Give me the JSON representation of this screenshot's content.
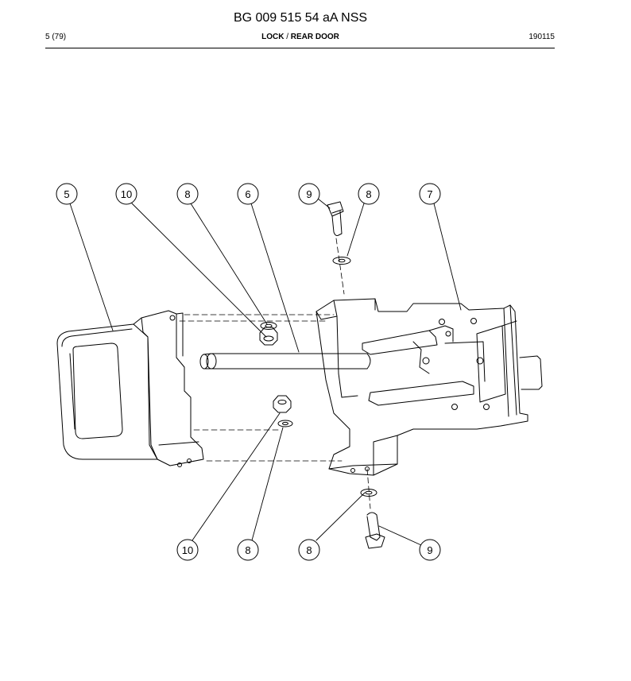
{
  "header": {
    "document_code": "BG 009 515 54 aA NSS",
    "page_number": "5 (79)",
    "section_part1": "LOCK",
    "section_separator": " / ",
    "section_part2": "REAR DOOR",
    "date_code": "190115"
  },
  "callouts": [
    {
      "id": "callout-top-1",
      "label": "5"
    },
    {
      "id": "callout-top-2",
      "label": "10"
    },
    {
      "id": "callout-top-3",
      "label": "8"
    },
    {
      "id": "callout-top-4",
      "label": "6"
    },
    {
      "id": "callout-top-5",
      "label": "9"
    },
    {
      "id": "callout-top-6",
      "label": "8"
    },
    {
      "id": "callout-top-7",
      "label": "7"
    },
    {
      "id": "callout-bottom-1",
      "label": "10"
    },
    {
      "id": "callout-bottom-2",
      "label": "8"
    },
    {
      "id": "callout-bottom-3",
      "label": "8"
    },
    {
      "id": "callout-bottom-4",
      "label": "9"
    }
  ]
}
